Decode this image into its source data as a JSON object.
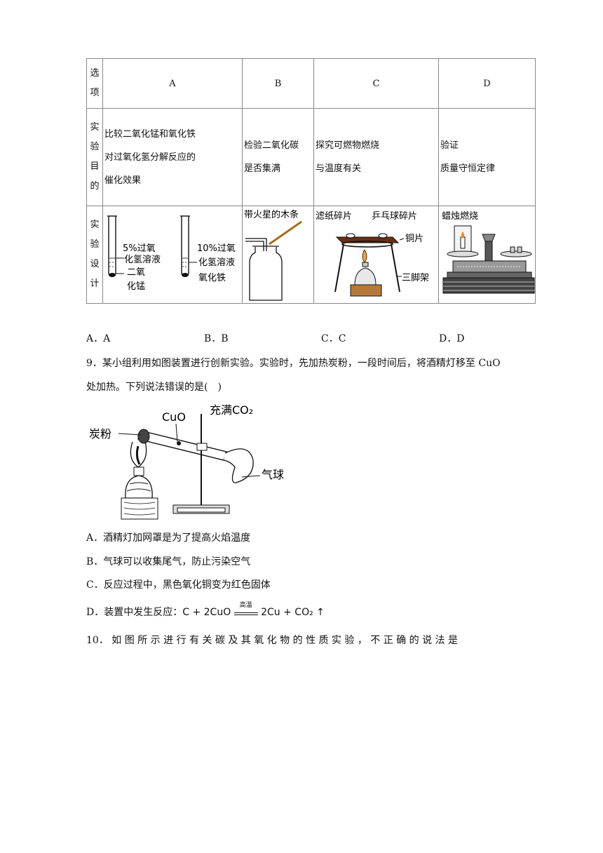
{
  "table": {
    "header": {
      "label": [
        "选",
        "项"
      ],
      "options": [
        "A",
        "B",
        "C",
        "D"
      ]
    },
    "purpose": {
      "label": [
        "实",
        "验",
        "目",
        "的"
      ],
      "A": [
        "比较二氧化锰和氧化铁",
        "对过氧化氢分解反应的",
        "催化效果"
      ],
      "B": [
        "检验二氧化碳",
        "是否集满"
      ],
      "C": [
        "探究可燃物燃烧",
        "与温度有关"
      ],
      "D": [
        "验证",
        "质量守恒定律"
      ]
    },
    "design": {
      "label": [
        "实",
        "验",
        "设",
        "计"
      ],
      "A": {
        "tube1_text": [
          "5%过氧",
          "化氢溶液",
          "二氧",
          "化锰"
        ],
        "tube2_text": [
          "10%过氧",
          "化氢溶液",
          "氧化铁"
        ]
      },
      "B": {
        "caption": "带火星的木条"
      },
      "C": {
        "labels": [
          "滤纸碎片",
          "乒乓球碎片",
          "铜片",
          "三脚架"
        ]
      },
      "D": {
        "caption": "蜡烛燃烧"
      }
    }
  },
  "q8_options": [
    "A．A",
    "B．B",
    "C．C",
    "D．D"
  ],
  "q9": {
    "stem_line1": "9．某小组利用如图装置进行创新实验。实验时，先加热炭粉，一段时间后，将酒精灯移至 CuO",
    "stem_line2": "处加热。下列说法错误的是(　)",
    "figure_labels": {
      "carbon": "炭粉",
      "cuo": "CuO",
      "co2": "充满CO₂",
      "balloon": "气球"
    },
    "choices": {
      "A": "A．酒精灯加网罩是为了提高火焰温度",
      "B": "B．气球可以收集尾气，防止污染空气",
      "C": "C．反应过程中，黑色氧化铜变为红色固体",
      "D_prefix": "D．装置中发生反应：",
      "D_left": "C + 2CuO",
      "D_condition": "高温",
      "D_right": "2Cu + CO₂ ↑"
    }
  },
  "q10": {
    "stem": "10． 如 图 所 示 进 行 有 关 碳 及 其 氧 化 物 的 性 质 实 验 ， 不 正 确 的 说 法 是"
  }
}
